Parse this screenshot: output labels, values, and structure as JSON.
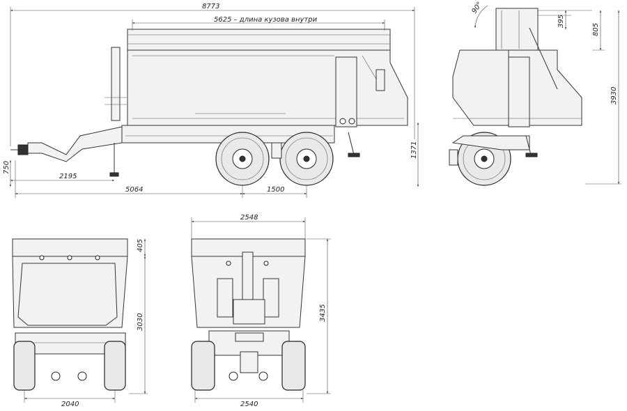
{
  "dimensions": {
    "overall_length": "8773",
    "body_inner_length": "5625 – длина кузова внутри",
    "side_wall_height": "395",
    "top_to_axis_height": "805",
    "overall_height": "3930",
    "angle": "90°",
    "platform_height": "1371",
    "hitch_height": "750",
    "drawbar_to_axle": "2195",
    "hitch_to_axle_center": "5064",
    "axle_spacing": "1500",
    "body_width": "2548",
    "front_top_board": "405",
    "front_height": "3030",
    "rear_height": "3435",
    "front_track": "2040",
    "rear_track": "2540"
  }
}
